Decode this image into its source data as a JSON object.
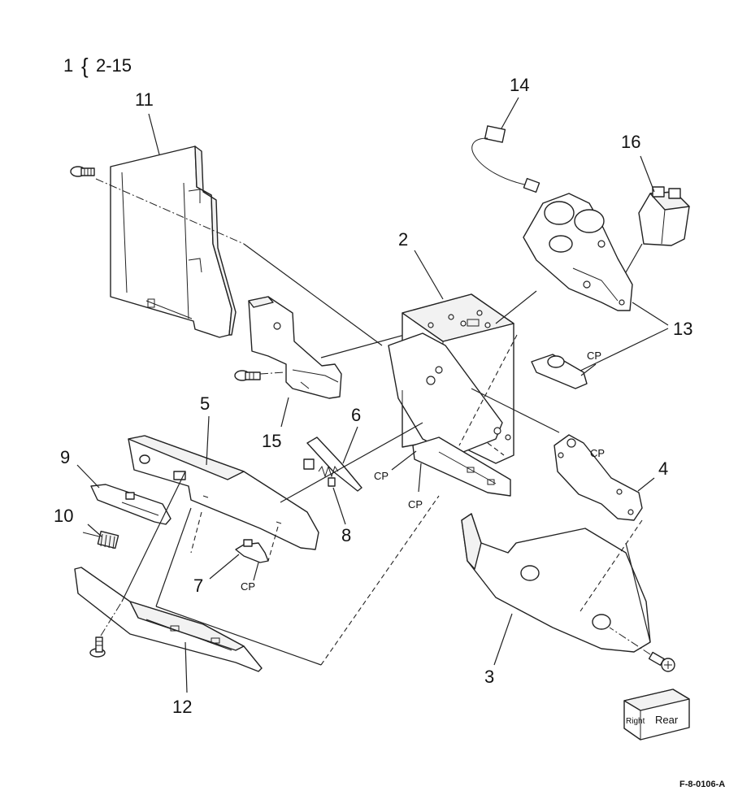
{
  "header": {
    "assembly_number": "1",
    "brace": "{",
    "assembly_range": "2-15"
  },
  "callouts": {
    "c2": "2",
    "c3": "3",
    "c4": "4",
    "c5": "5",
    "c6": "6",
    "c7": "7",
    "c8": "8",
    "c9": "9",
    "c10": "10",
    "c11": "11",
    "c12": "12",
    "c13": "13",
    "c14": "14",
    "c15": "15",
    "c16": "16"
  },
  "cp_label": "CP",
  "orientation_cube": {
    "front_label": "Rear",
    "side_label": "Right"
  },
  "figure_code": "F-8-0106-A"
}
